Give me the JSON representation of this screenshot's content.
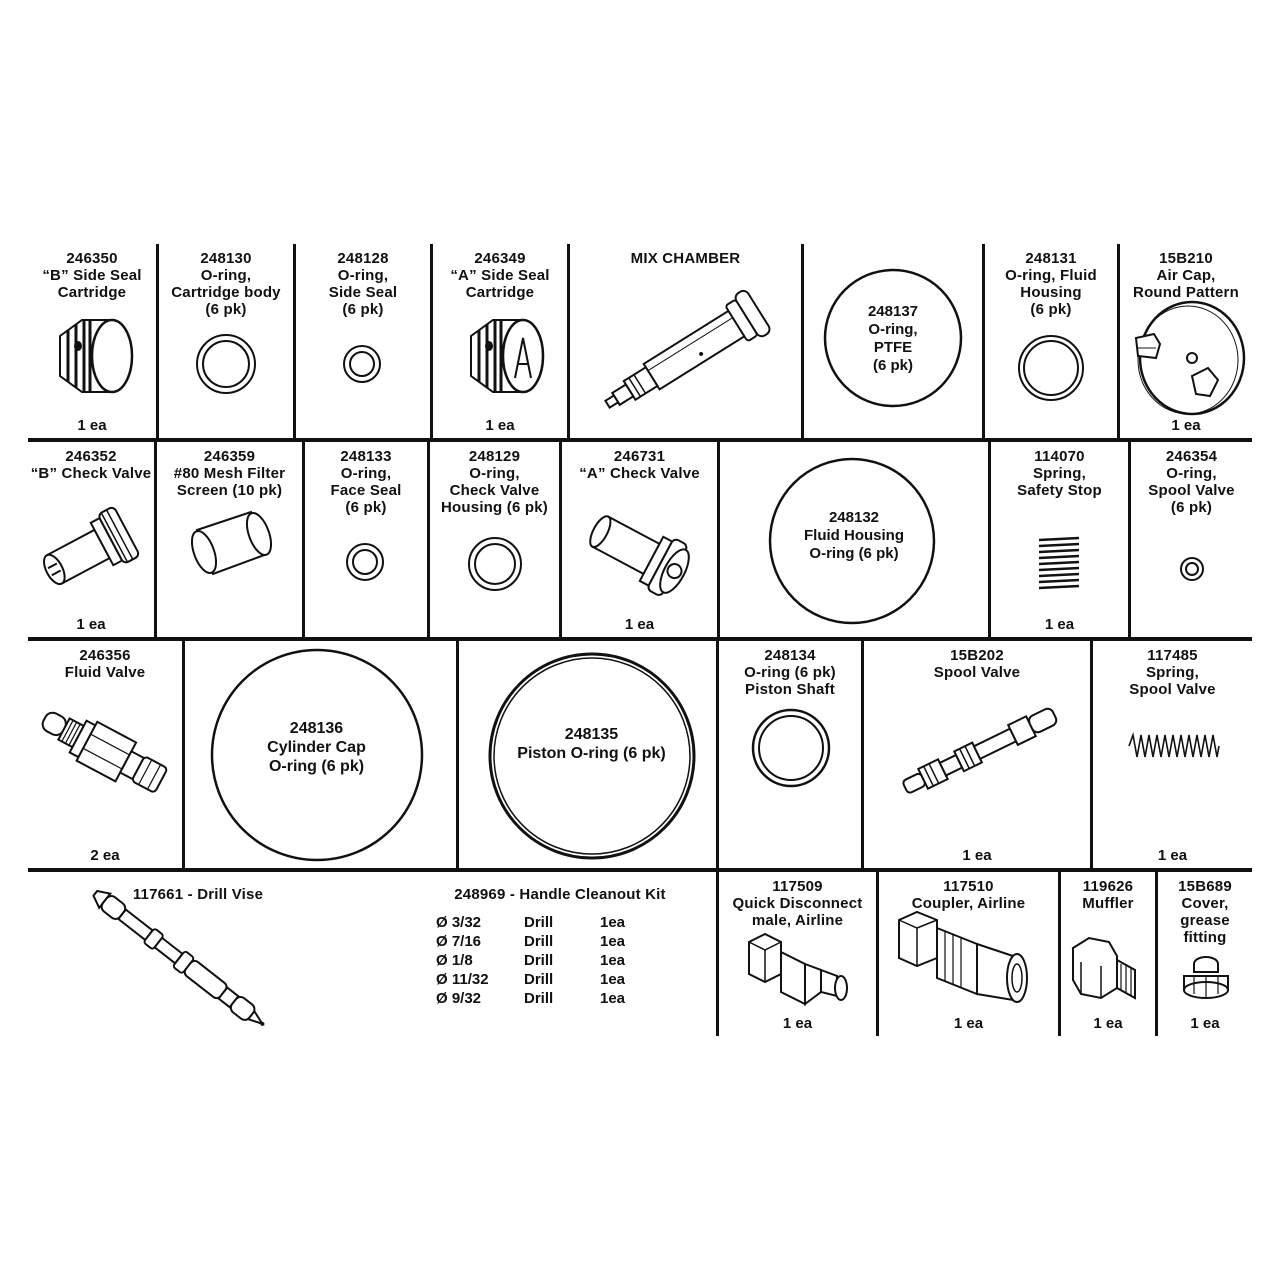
{
  "rows": {
    "row1": [
      {
        "id": "p246350",
        "title": "246350\n“B” Side Seal\nCartridge",
        "qty": "1 ea",
        "icon": "cartridge-b-icon"
      },
      {
        "id": "p248130",
        "title": "248130\nO-ring,\nCartridge body\n(6 pk)",
        "icon": "o-ring-icon"
      },
      {
        "id": "p248128",
        "title": "248128\nO-ring,\nSide Seal\n(6 pk)",
        "icon": "o-ring-icon"
      },
      {
        "id": "p246349",
        "title": "246349\n“A” Side Seal\nCartridge",
        "qty": "1 ea",
        "icon": "cartridge-a-icon"
      },
      {
        "id": "mixchamber",
        "title": "MIX CHAMBER",
        "icon": "mix-chamber-icon"
      },
      {
        "id": "p248137",
        "label": "248137\nO-ring,\nPTFE\n(6 pk)",
        "icon": "o-ring-icon"
      },
      {
        "id": "p248131",
        "title": "248131\nO-ring, Fluid\nHousing\n(6 pk)",
        "icon": "o-ring-icon"
      },
      {
        "id": "p15B210",
        "title": "15B210\nAir Cap,\nRound Pattern",
        "qty": "1 ea",
        "icon": "air-cap-icon"
      }
    ],
    "row2": [
      {
        "id": "p246352",
        "title": "246352\n“B” Check Valve",
        "qty": "1 ea",
        "icon": "check-valve-b-icon"
      },
      {
        "id": "p246359",
        "title": "246359\n#80 Mesh Filter\nScreen (10 pk)",
        "icon": "filter-screen-icon"
      },
      {
        "id": "p248133",
        "title": "248133\nO-ring,\nFace Seal\n(6 pk)",
        "icon": "o-ring-icon"
      },
      {
        "id": "p248129",
        "title": "248129\nO-ring,\nCheck Valve\nHousing (6 pk)",
        "icon": "o-ring-icon"
      },
      {
        "id": "p246731",
        "title": "246731\n“A” Check Valve",
        "qty": "1 ea",
        "icon": "check-valve-a-icon"
      },
      {
        "id": "p248132",
        "label": "248132\nFluid Housing\nO-ring (6 pk)",
        "icon": "o-ring-icon"
      },
      {
        "id": "p114070",
        "title": "114070\nSpring,\nSafety Stop",
        "qty": "1 ea",
        "icon": "spring-icon"
      },
      {
        "id": "p246354",
        "title": "246354\nO-ring,\nSpool Valve\n(6 pk)",
        "icon": "o-ring-icon"
      }
    ],
    "row3": [
      {
        "id": "p246356",
        "title": "246356\nFluid Valve",
        "qty": "2 ea",
        "icon": "fluid-valve-icon"
      },
      {
        "id": "p248136",
        "label": "248136\nCylinder Cap\nO-ring (6 pk)",
        "icon": "o-ring-icon"
      },
      {
        "id": "p248135",
        "label": "248135\nPiston O-ring (6 pk)",
        "icon": "o-ring-icon"
      },
      {
        "id": "p248134",
        "title": "248134\nO-ring (6 pk)\nPiston Shaft",
        "icon": "o-ring-icon"
      },
      {
        "id": "p15B202",
        "title": "15B202\nSpool Valve",
        "qty": "1 ea",
        "icon": "spool-valve-icon"
      },
      {
        "id": "p117485",
        "title": "117485\nSpring,\nSpool Valve",
        "qty": "1 ea",
        "icon": "spring-icon"
      }
    ],
    "row4": [
      {
        "id": "p117661",
        "title": "117661 - Drill Vise",
        "icon": "drill-vise-icon"
      },
      {
        "id": "p248969",
        "title": "248969 - Handle Cleanout Kit",
        "items": [
          {
            "size": "Ø  3/32",
            "type": "Drill",
            "qty": "1ea"
          },
          {
            "size": "Ø  7/16",
            "type": "Drill",
            "qty": "1ea"
          },
          {
            "size": "Ø  1/8",
            "type": "Drill",
            "qty": "1ea"
          },
          {
            "size": "Ø  11/32",
            "type": "Drill",
            "qty": "1ea"
          },
          {
            "size": "Ø  9/32",
            "type": "Drill",
            "qty": "1ea"
          }
        ]
      },
      {
        "id": "p117509",
        "title": "117509\nQuick Disconnect\nmale,  Airline",
        "qty": "1 ea",
        "icon": "quick-disconnect-icon"
      },
      {
        "id": "p117510",
        "title": "117510\nCoupler, Airline",
        "qty": "1 ea",
        "icon": "coupler-icon"
      },
      {
        "id": "p119626",
        "title": "119626\nMuffler",
        "qty": "1 ea",
        "icon": "muffler-icon"
      },
      {
        "id": "p15B689",
        "title": "15B689\nCover,\ngrease\nfitting",
        "qty": "1 ea",
        "icon": "grease-cover-icon"
      }
    ]
  }
}
